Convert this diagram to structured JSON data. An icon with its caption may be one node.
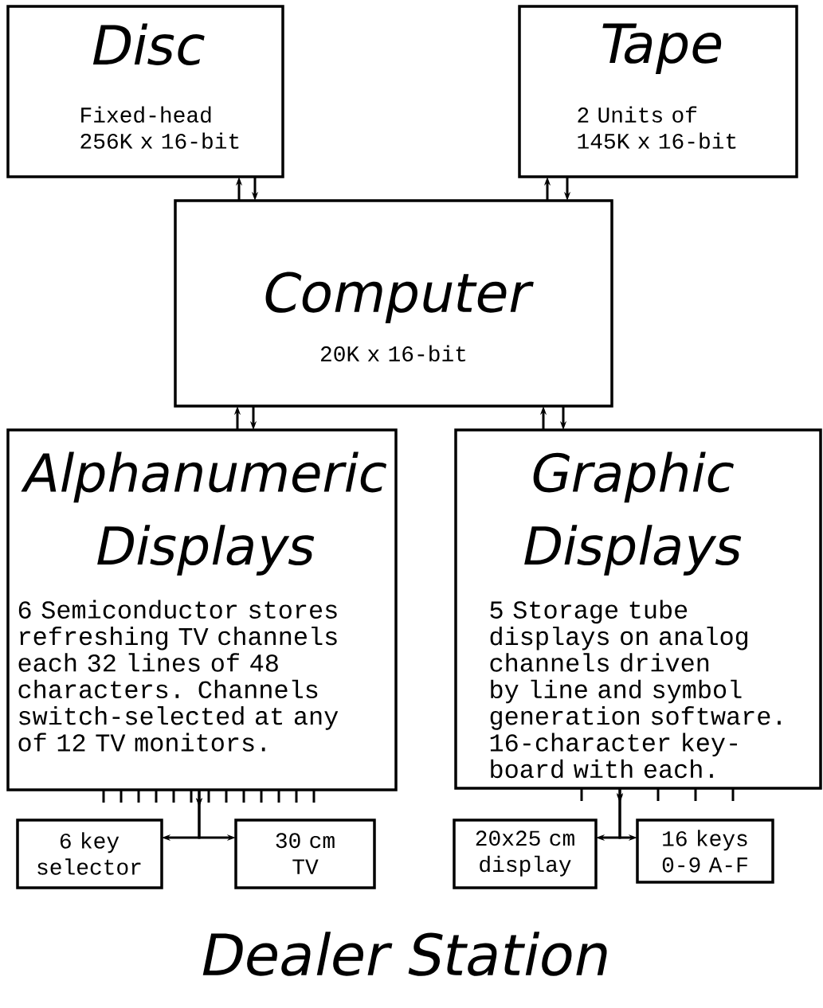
{
  "diagram": {
    "caption": "Dealer Station",
    "nodes": [
      {
        "text": [
          "Disc",
          "Fixed-head 256K x 16-bit"
        ]
      },
      {
        "text": [
          "Tape",
          "2 Units of 145K x 16-bit"
        ]
      },
      {
        "text": [
          "Computer",
          "20K x 16-bit"
        ]
      },
      {
        "text": [
          "Alphanumeric Displays",
          "6 Semiconductor stores refreshing TV channels each 32 lines of 48 characters. Channels switch-selected at any of 12 TV monitors."
        ]
      },
      {
        "text": [
          "Graphic Displays",
          "5 Storage tube displays on analog channels driven by line and symbol generation software. 16-character key-board with each."
        ]
      },
      {
        "text": [
          "6 key selector"
        ]
      },
      {
        "text": [
          "30 cm TV"
        ]
      },
      {
        "text": [
          "20x25 cm display"
        ]
      },
      {
        "text": [
          "16 keys 0-9 A-F"
        ]
      }
    ],
    "edges": [
      {
        "from": 2,
        "to": 0,
        "arrow": "to"
      },
      {
        "from": 0,
        "to": 2,
        "arrow": "to"
      },
      {
        "from": 2,
        "to": 1,
        "arrow": "to"
      },
      {
        "from": 1,
        "to": 2,
        "arrow": "to"
      },
      {
        "from": 3,
        "to": 2,
        "arrow": "to"
      },
      {
        "from": 2,
        "to": 3,
        "arrow": "to"
      },
      {
        "from": 4,
        "to": 2,
        "arrow": "to"
      },
      {
        "from": 2,
        "to": 4,
        "arrow": "to"
      },
      {
        "from": 3,
        "to": 5,
        "arrow": "to"
      },
      {
        "from": 3,
        "to": 6,
        "arrow": "to"
      },
      {
        "from": 4,
        "to": 7,
        "arrow": "to"
      },
      {
        "from": 4,
        "to": 8,
        "arrow": "to"
      }
    ]
  }
}
